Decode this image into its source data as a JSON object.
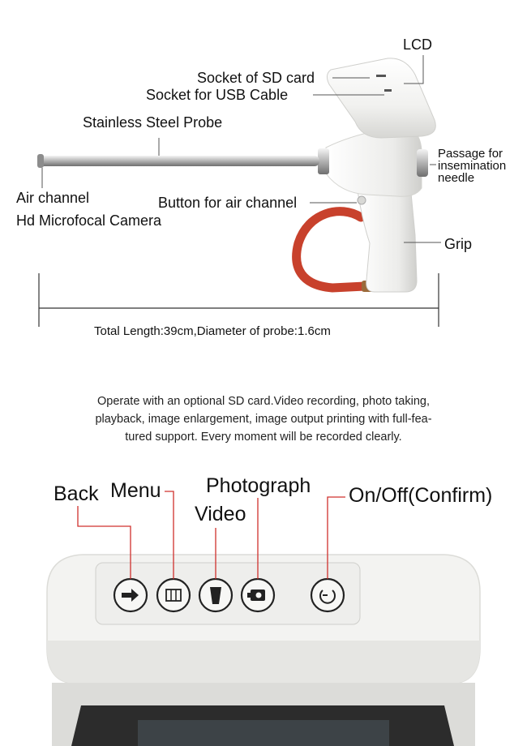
{
  "product_labels": {
    "lcd": "LCD",
    "sd_socket": "Socket of SD card",
    "usb_socket": "Socket for USB Cable",
    "probe": "Stainless Steel Probe",
    "passage": [
      "Passage for",
      "insemination",
      "needle"
    ],
    "air_channel": "Air channel",
    "camera": "Hd Microfocal Camera",
    "air_button": "Button for air channel",
    "grip": "Grip",
    "dimension": "Total Length:39cm,Diameter of probe:1.6cm"
  },
  "description": [
    "Operate with an optional SD card.Video recording, photo taking,",
    "playback, image enlargement, image output printing with full-fea-",
    "tured support. Every moment will be recorded clearly."
  ],
  "button_labels": {
    "back": "Back",
    "menu": "Menu",
    "video": "Video",
    "photograph": "Photograph",
    "power": "On/Off(Confirm)"
  },
  "colors": {
    "leader_gray": "#555555",
    "leader_red": "#d0312d",
    "device_body": "#f2f2f0",
    "lanyard": "#c8412c"
  },
  "icons": [
    "arrow-right-icon",
    "menu-icon",
    "video-icon",
    "camera-icon",
    "power-icon"
  ]
}
